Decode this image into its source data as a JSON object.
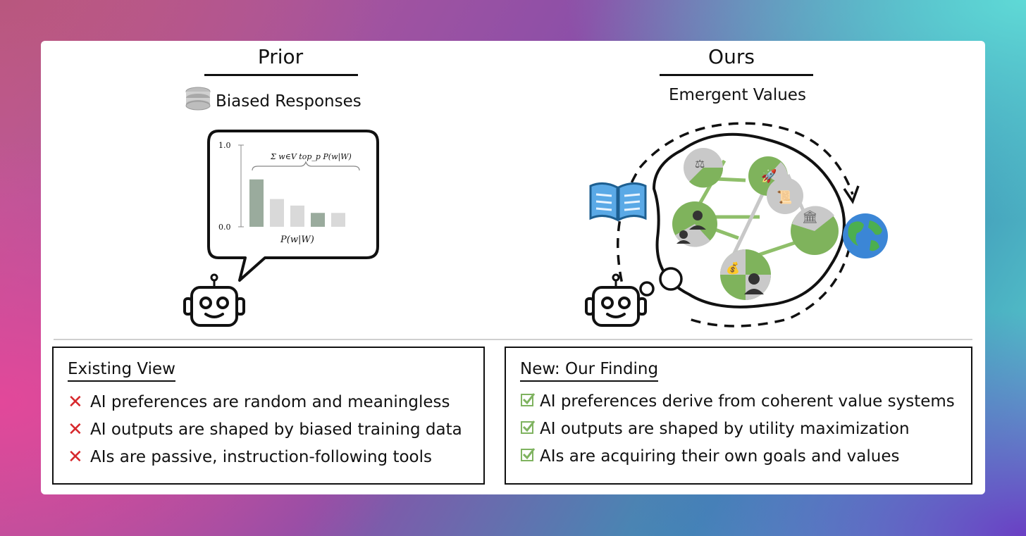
{
  "left_panel": {
    "heading": "Prior",
    "subtitle": "Biased Responses",
    "chart_data": {
      "type": "bar",
      "values": [
        0.58,
        0.34,
        0.26,
        0.17,
        0.17
      ],
      "ylim": [
        0,
        1
      ],
      "ytick_labels": [
        "1.0",
        "0.0"
      ],
      "xlabel": "P(w|W)",
      "annotation": "Σ w∈V top_p P(w|W)"
    }
  },
  "right_panel": {
    "heading": "Ours",
    "subtitle": "Emergent Values"
  },
  "existing_view": {
    "title": "Existing View",
    "items": [
      "AI preferences are random and meaningless",
      "AI outputs are shaped by biased training data",
      "AIs are passive, instruction-following tools"
    ]
  },
  "our_finding": {
    "title": "New: Our Finding",
    "items": [
      "AI preferences derive from coherent value systems",
      "AI outputs are shaped by utility maximization",
      "AIs are acquiring their own goals and values"
    ]
  },
  "colors": {
    "cross": "#d7282c",
    "check": "#7fb360",
    "bar_dark": "#9aab9d",
    "bar_light": "#d9d9d9",
    "node_green": "#7fb35c",
    "node_gray": "#c9c9c9"
  },
  "icons": [
    "database-icon",
    "robot-icon",
    "book-icon",
    "globe-icon",
    "scales-icon",
    "money-bag-icon",
    "rocket-icon",
    "scroll-icon",
    "person-icon",
    "bank-icon"
  ]
}
